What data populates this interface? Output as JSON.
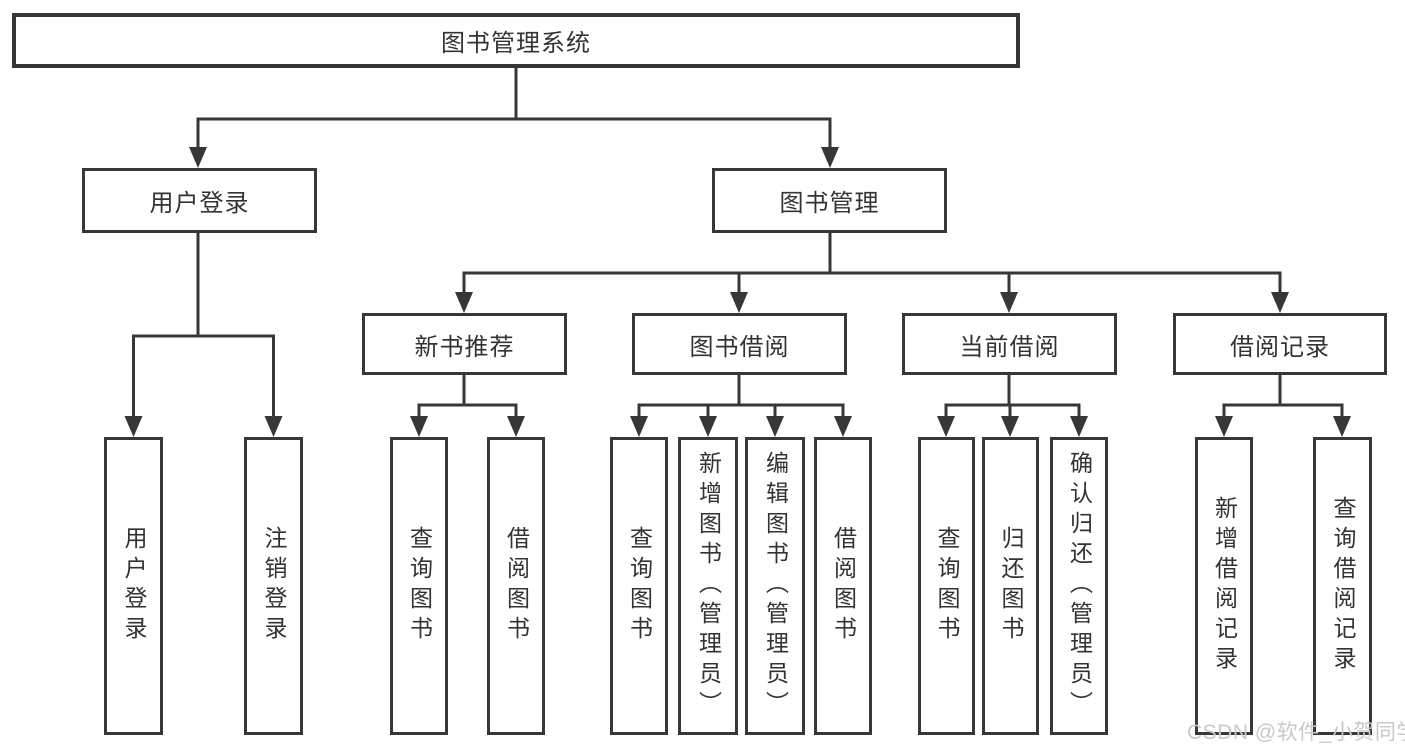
{
  "tree": {
    "root": {
      "label": "图书管理系统"
    },
    "branches": [
      {
        "label": "用户登录",
        "children": [
          {
            "label": "用户登录"
          },
          {
            "label": "注销登录"
          }
        ]
      },
      {
        "label": "图书管理",
        "children": [
          {
            "label": "新书推荐",
            "children": [
              {
                "label": "查询图书"
              },
              {
                "label": "借阅图书"
              }
            ]
          },
          {
            "label": "图书借阅",
            "children": [
              {
                "label": "查询图书"
              },
              {
                "label": "新增图书（管理员）"
              },
              {
                "label": "编辑图书（管理员）"
              },
              {
                "label": "借阅图书"
              }
            ]
          },
          {
            "label": "当前借阅",
            "children": [
              {
                "label": "查询图书"
              },
              {
                "label": "归还图书"
              },
              {
                "label": "确认归还（管理员）"
              }
            ]
          },
          {
            "label": "借阅记录",
            "children": [
              {
                "label": "新增借阅记录"
              },
              {
                "label": "查询借阅记录"
              }
            ]
          }
        ]
      }
    ]
  },
  "watermark": {
    "text": "CSDN @软件_小贺同学"
  },
  "colors": {
    "line": "#373737",
    "text": "#333333",
    "watermark": "#c9c9c9",
    "background": "#ffffff"
  }
}
